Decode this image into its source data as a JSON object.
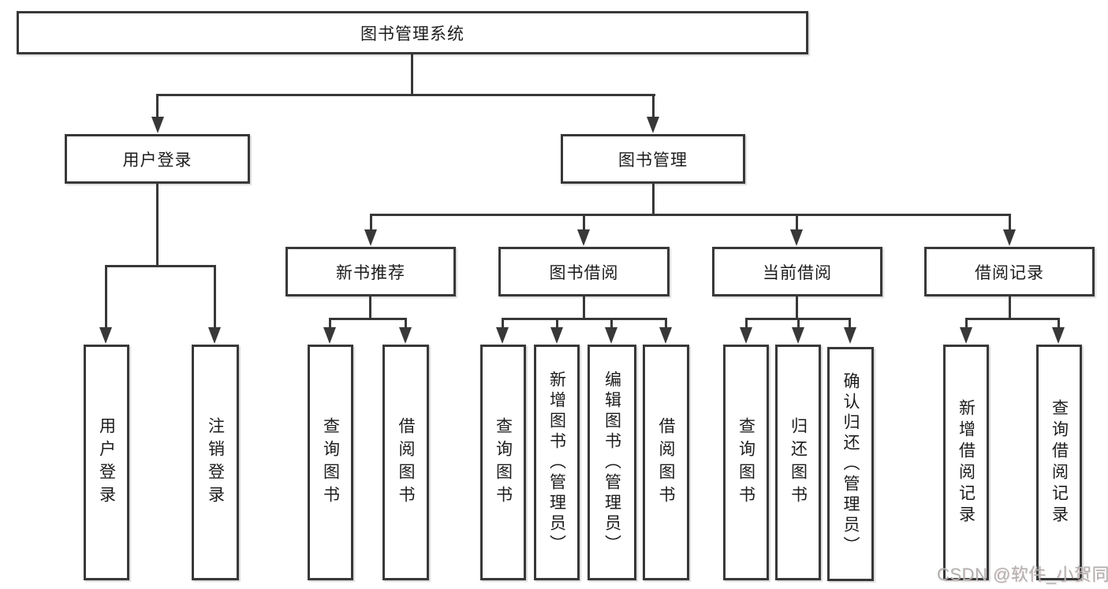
{
  "diagram": {
    "title": "图书管理系统",
    "branches": {
      "user": {
        "label": "用户登录",
        "children": [
          {
            "label": "用户登录"
          },
          {
            "label": "注销登录"
          }
        ]
      },
      "books": {
        "label": "图书管理",
        "modules": [
          {
            "label": "新书推荐",
            "children": [
              {
                "label": "查询图书"
              },
              {
                "label": "借阅图书"
              }
            ]
          },
          {
            "label": "图书借阅",
            "children": [
              {
                "label": "查询图书"
              },
              {
                "label": "新增图书（管理员）"
              },
              {
                "label": "编辑图书（管理员）"
              },
              {
                "label": "借阅图书"
              }
            ]
          },
          {
            "label": "当前借阅",
            "children": [
              {
                "label": "查询图书"
              },
              {
                "label": "归还图书"
              },
              {
                "label": "确认归还（管理员）"
              }
            ]
          },
          {
            "label": "借阅记录",
            "children": [
              {
                "label": "新增借阅记录"
              },
              {
                "label": "查询借阅记录"
              }
            ]
          }
        ]
      }
    }
  },
  "watermark": {
    "text": "CSDN @软件_小贺同学"
  },
  "colors": {
    "line": "#383838",
    "text": "#1c1c1c",
    "background": "#ffffff",
    "watermark": "#b1b1b1"
  }
}
